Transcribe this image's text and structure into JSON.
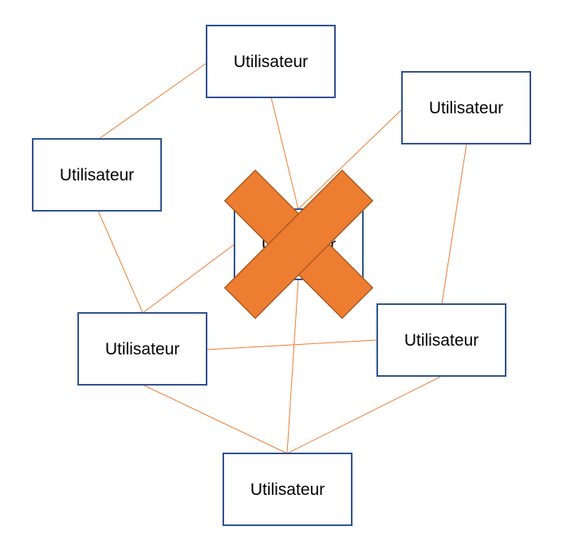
{
  "diagram": {
    "nodes": [
      {
        "id": "top",
        "label": "Utilisateur"
      },
      {
        "id": "top-right",
        "label": "Utilisateur"
      },
      {
        "id": "left",
        "label": "Utilisateur"
      },
      {
        "id": "center",
        "label": "Utilisateur",
        "removed": true
      },
      {
        "id": "bottom-left",
        "label": "Utilisateur"
      },
      {
        "id": "right",
        "label": "Utilisateur"
      },
      {
        "id": "bottom",
        "label": "Utilisateur"
      }
    ],
    "edges": [
      [
        "top",
        "left"
      ],
      [
        "top",
        "center"
      ],
      [
        "top-right",
        "center"
      ],
      [
        "top-right",
        "right"
      ],
      [
        "left",
        "bottom-left"
      ],
      [
        "center",
        "bottom-left"
      ],
      [
        "center",
        "bottom"
      ],
      [
        "bottom-left",
        "right"
      ],
      [
        "bottom-left",
        "bottom"
      ],
      [
        "right",
        "bottom"
      ]
    ],
    "colors": {
      "edge": "#ed7d31",
      "node_border": "#2f528f",
      "node_fill": "#ffffff",
      "text": "#000000",
      "x_fill": "#ed7d31",
      "x_outline": "#ae5a21"
    },
    "removed_marker": "x-cross-icon"
  }
}
